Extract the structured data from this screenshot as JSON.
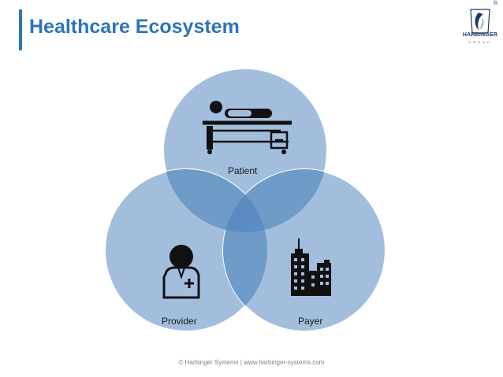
{
  "header": {
    "title": "Healthcare Ecosystem"
  },
  "logo": {
    "name": "HARBINGER",
    "sub": "GROUP",
    "registered": "®"
  },
  "diagram": {
    "circles": [
      {
        "label": "Patient",
        "icon": "hospital-bed-icon"
      },
      {
        "label": "Provider",
        "icon": "doctor-icon"
      },
      {
        "label": "Payer",
        "icon": "buildings-icon"
      }
    ],
    "colors": {
      "circle": "#a3bedc",
      "overlap_pair": "#6e9bc8",
      "overlap_center": "#5a8cc2",
      "icon": "#111111"
    }
  },
  "footer": {
    "text": "© Harbinger Systems | www.harbinger-systems.com"
  }
}
